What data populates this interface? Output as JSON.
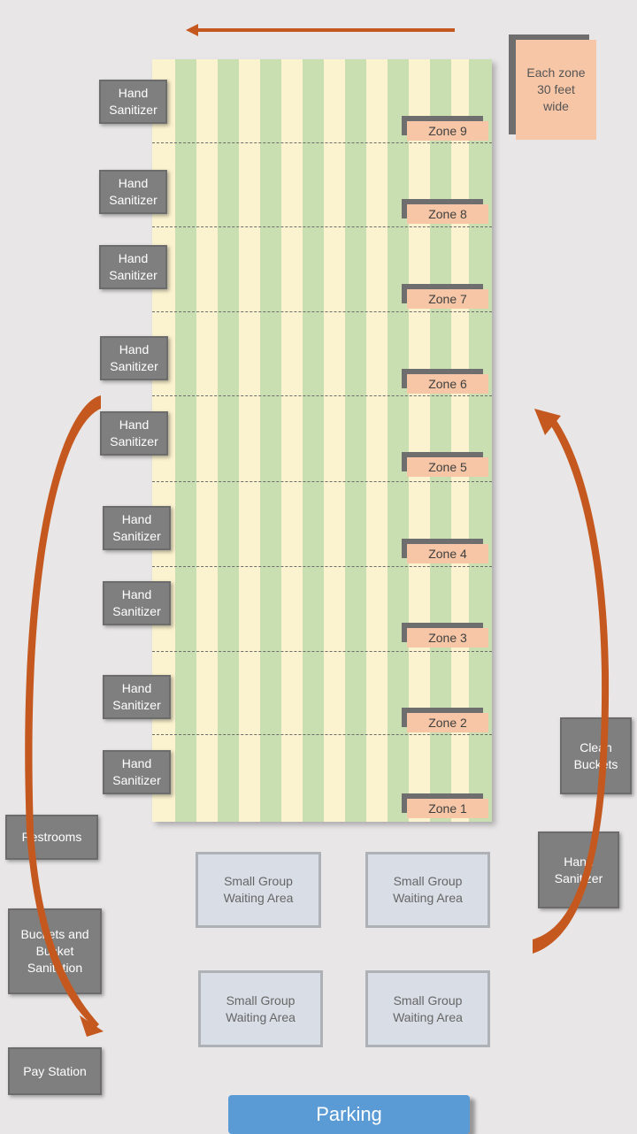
{
  "zones": [
    "Zone 9",
    "Zone 8",
    "Zone 7",
    "Zone 6",
    "Zone 5",
    "Zone 4",
    "Zone 3",
    "Zone 2",
    "Zone 1"
  ],
  "zone_note": "Each zone 30 feet wide",
  "hand_sanitizer": "Hand Sanitizer",
  "clean_buckets": "Clean Buckets",
  "restrooms": "Restrooms",
  "buckets_sanitation": "Buckets and Bucket Sanitation",
  "pay_station": "Pay Station",
  "waiting_area": "Small Group Waiting Area",
  "parking": "Parking",
  "colors": {
    "arrow": "#c5581e",
    "zone_label": "#f7c6a6",
    "box": "#7f7f7f",
    "parking": "#5b9bd5"
  }
}
